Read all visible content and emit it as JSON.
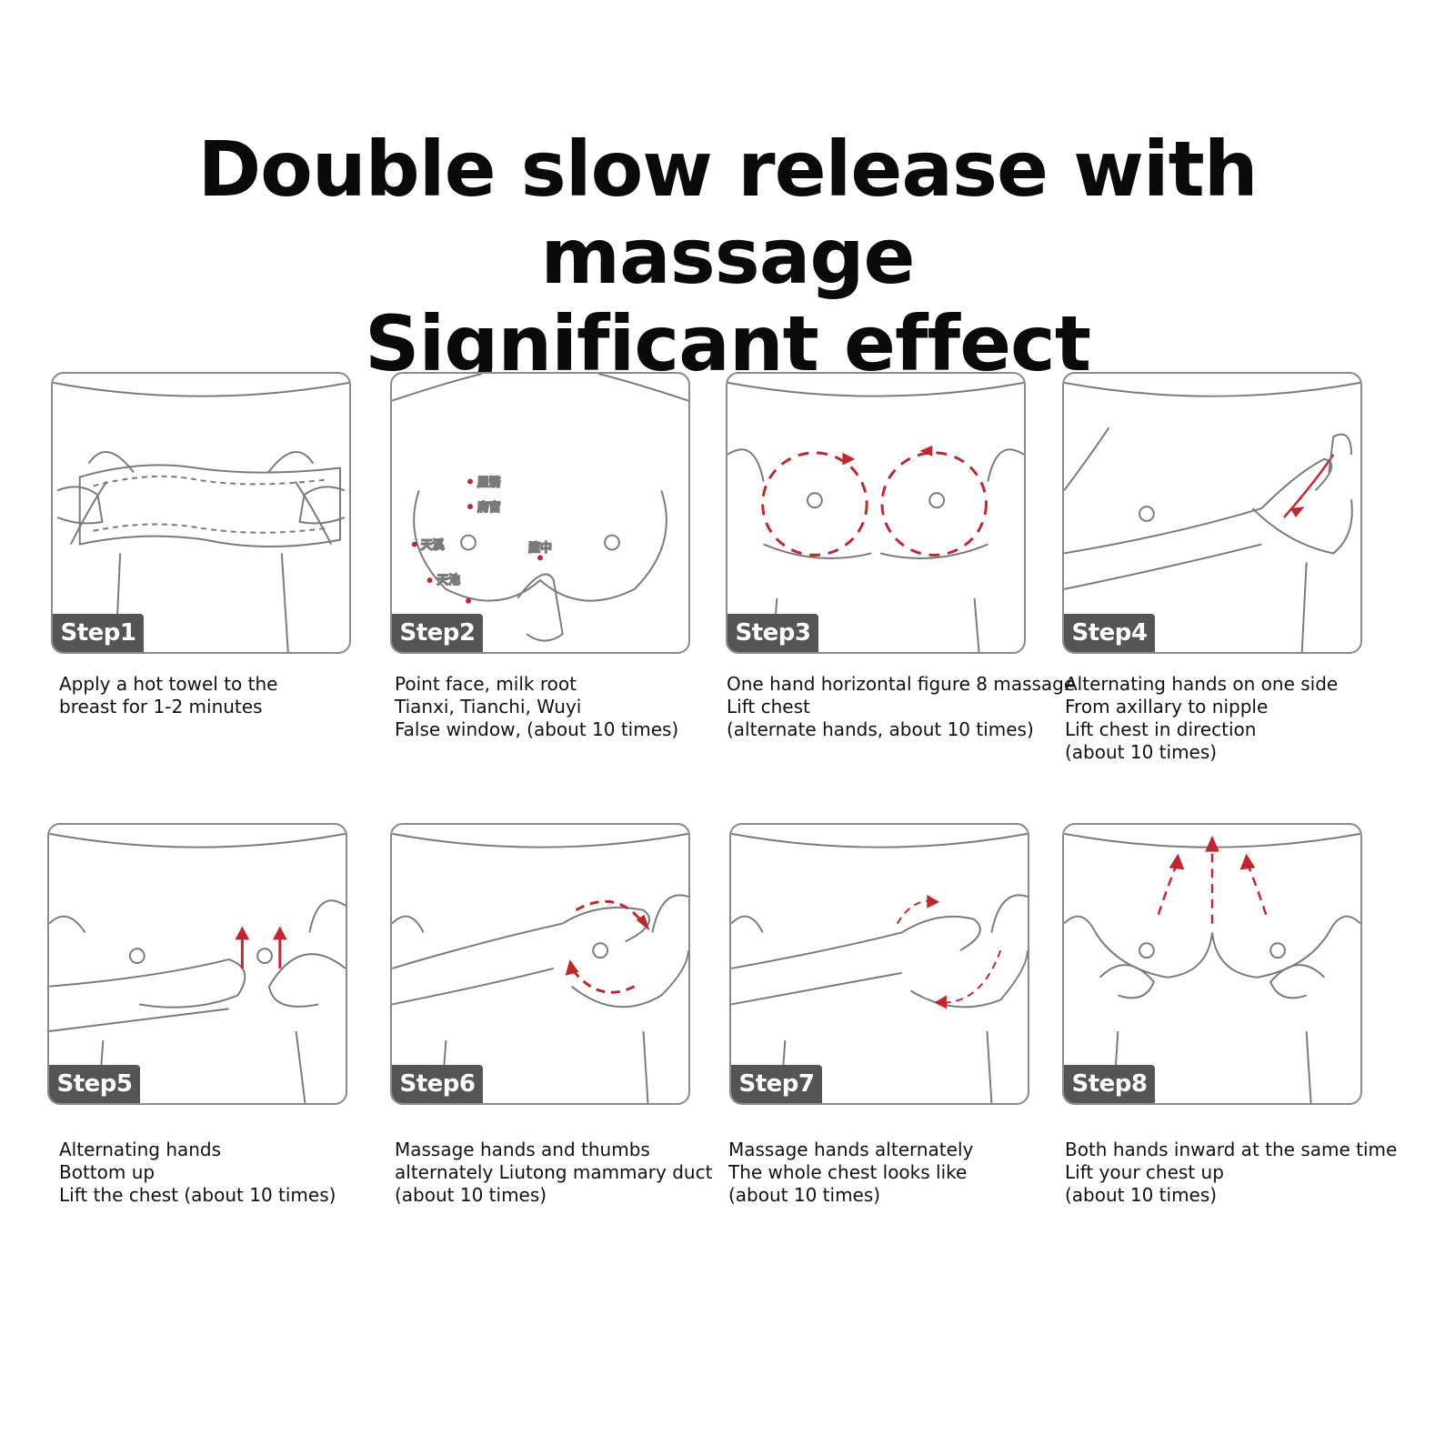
{
  "title": {
    "line1": "Double slow release with massage",
    "line2": "Significant effect"
  },
  "colors": {
    "outline": "#7a7a7a",
    "arrow_red": "#c0262d",
    "badge_bg": "#555555",
    "badge_text": "#ffffff"
  },
  "steps": [
    {
      "label": "Step1",
      "lines": [
        "Apply a hot towel to the",
        "breast for 1-2 minutes"
      ]
    },
    {
      "label": "Step2",
      "lines": [
        "Point face, milk root",
        "Tianxi, Tianchi, Wuyi",
        "False window, (about 10 times)"
      ],
      "points": [
        "屋翳",
        "膺窗",
        "天溪",
        "天池",
        "膻中"
      ]
    },
    {
      "label": "Step3",
      "lines": [
        "One hand horizontal figure 8 massage",
        "Lift chest",
        "(alternate hands, about 10 times)"
      ]
    },
    {
      "label": "Step4",
      "lines": [
        "Alternating hands on one side",
        "From axillary to nipple",
        "Lift chest in direction",
        "(about 10 times)"
      ]
    },
    {
      "label": "Step5",
      "lines": [
        "Alternating hands",
        "Bottom up",
        "Lift the chest (about 10 times)"
      ]
    },
    {
      "label": "Step6",
      "lines": [
        "Massage hands and thumbs",
        "alternately Liutong mammary duct",
        "(about 10 times)"
      ]
    },
    {
      "label": "Step7",
      "lines": [
        "Massage hands alternately",
        "The whole chest looks like",
        "(about 10 times)"
      ]
    },
    {
      "label": "Step8",
      "lines": [
        "Both hands inward at the same time",
        "Lift your chest up",
        "(about 10 times)"
      ]
    }
  ]
}
